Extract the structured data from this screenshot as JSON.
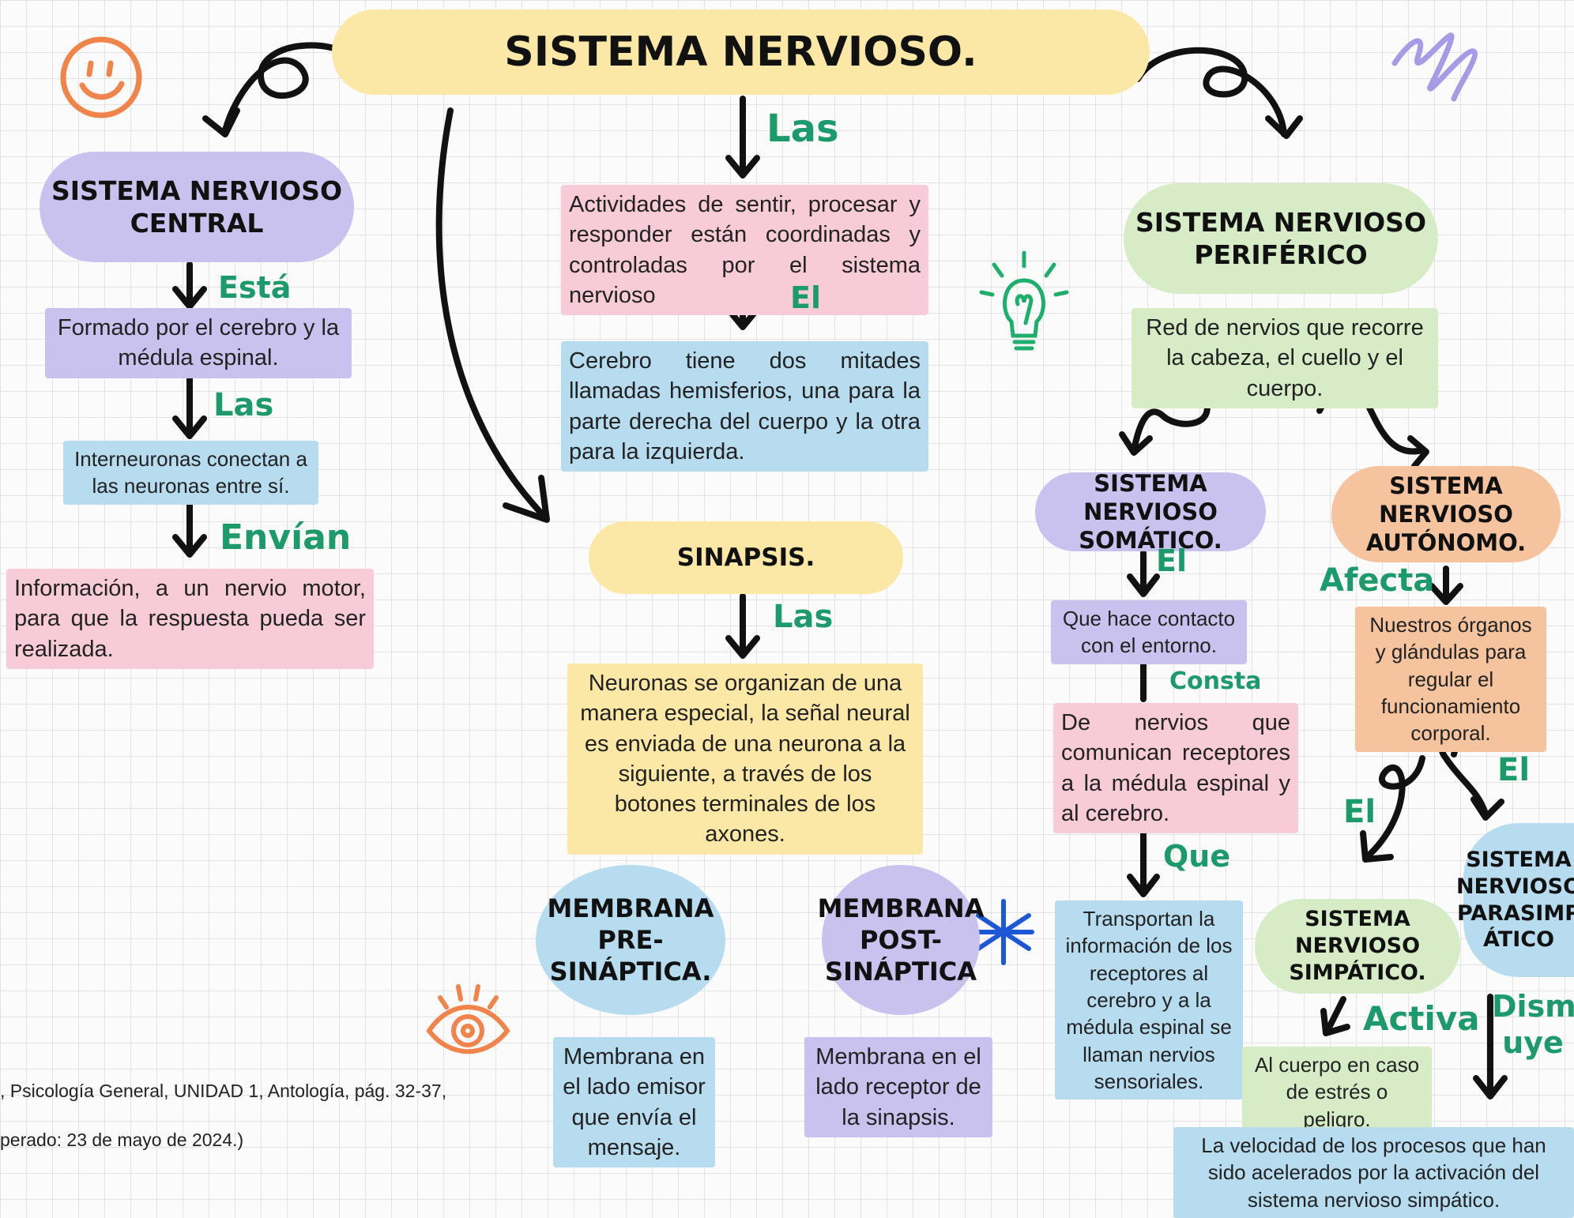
{
  "title": "SISTEMA NERVIOSO.",
  "left": {
    "header": "SISTEMA NERVIOSO CENTRAL",
    "c1": "Está",
    "t1": "Formado por el cerebro y la médula espinal.",
    "c2": "Las",
    "t2": "Interneuronas conectan a las neuronas entre sí.",
    "c3": "Envían",
    "t3": "Información, a un nervio motor, para que la respuesta pueda ser realizada."
  },
  "center": {
    "c1": "Las",
    "t1": "Actividades de sentir, procesar y responder están coordinadas y controladas por el sistema nervioso",
    "c2": "El",
    "t2": "Cerebro tiene dos mitades llamadas hemisferios, una para la parte derecha del cuerpo y la otra para la izquierda.",
    "sinapsis": "SINAPSIS.",
    "c3": "Las",
    "t3": "Neuronas se organizan de una manera especial, la señal neural es enviada de una neurona a la siguiente, a través de los botones terminales de los axones.",
    "pre_header": "MEMBRANA PRE-SINÁPTICA.",
    "pre_text": "Membrana en el lado emisor que envía el mensaje.",
    "post_header": "MEMBRANA POST-SINÁPTICA",
    "post_text": "Membrana en el lado receptor de la sinapsis."
  },
  "right": {
    "header": "SISTEMA NERVIOSO PERIFÉRICO",
    "t1": "Red de nervios que recorre la cabeza, el cuello y el cuerpo.",
    "somatico": {
      "header": "SISTEMA NERVIOSO SOMÁTICO.",
      "c1": "El",
      "t1": "Que hace contacto con el entorno.",
      "c2": "Consta",
      "t2": "De nervios que comunican receptores a la médula espinal y al cerebro.",
      "c3": "Que",
      "t3": "Transportan la información de los receptores al cerebro y a la médula espinal se llaman nervios sensoriales."
    },
    "autonomo": {
      "header": "SISTEMA NERVIOSO AUTÓNOMO.",
      "c1": "Afecta",
      "t1": "Nuestros órganos y glándulas para regular el funcionamiento corporal.",
      "c_left": "El",
      "c_right": "El",
      "simpatico": "SISTEMA NERVIOSO SIMPÁTICO.",
      "c_activa": "Activa",
      "t_simpatico": "Al cuerpo en caso de estrés o peligro.",
      "parasimpatico": "SISTEMA NERVIOSO PARASIMP ÁTICO",
      "c_disminuye": "Dismin uye",
      "t_parasimpatico": "La velocidad de los procesos que han sido acelerados por la activación del sistema nervioso simpático."
    }
  },
  "reference": {
    "line1": ", Psicología General, UNIDAD 1, Antología, pág. 32-37,",
    "line2": "perado: 23 de mayo de 2024.)"
  },
  "colors": {
    "connector": "#1c9a6c",
    "purple": "#c9c2ef",
    "green": "#d6ecc7",
    "yellow": "#fbe8a6",
    "blue": "#b7dcef",
    "pink": "#f7ccd8",
    "orange": "#f5c49f"
  },
  "icons": [
    "smiley-icon",
    "scribble-icon",
    "lightbulb-icon",
    "eye-icon",
    "asterisk-icon"
  ]
}
